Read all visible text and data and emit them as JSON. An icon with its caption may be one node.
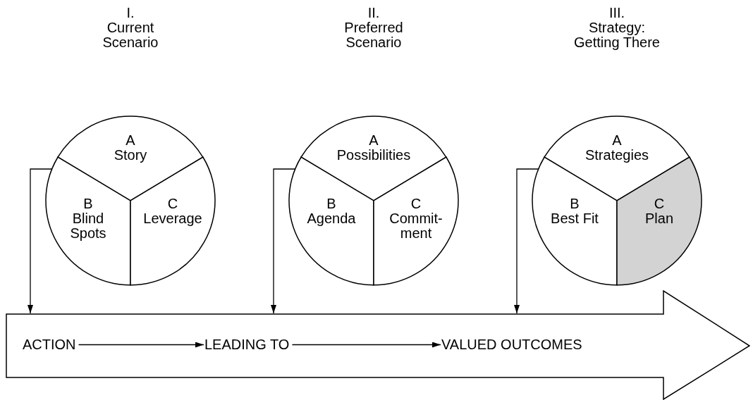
{
  "diagram": {
    "nodes": [
      {
        "text": [
          "I.",
          "Current Scenario"
        ]
      },
      {
        "text": [
          "A",
          "Story"
        ],
        "in": 0
      },
      {
        "text": [
          "B",
          "Blind Spots"
        ],
        "in": 0
      },
      {
        "text": [
          "C",
          "Leverage"
        ],
        "in": 0
      },
      {
        "text": [
          "II.",
          "Preferred Scenario"
        ]
      },
      {
        "text": [
          "A",
          "Possibilities"
        ],
        "in": 4
      },
      {
        "text": [
          "B",
          "Agenda"
        ],
        "in": 4
      },
      {
        "text": [
          "C",
          "Commit- ment"
        ],
        "in": 4
      },
      {
        "text": [
          "III.",
          "Strategy: Getting There"
        ]
      },
      {
        "text": [
          "A",
          "Strategies"
        ],
        "in": 8
      },
      {
        "text": [
          "B",
          "Best Fit"
        ],
        "in": 8
      },
      {
        "text": [
          "C",
          "Plan"
        ],
        "in": 8
      },
      {
        "text": [],
        "shape": "arrow"
      },
      {
        "text": [
          "ACTION"
        ],
        "in": 12
      },
      {
        "text": [
          "LEADING TO"
        ],
        "in": 12
      },
      {
        "text": [
          "VALUED OUTCOMES"
        ],
        "in": 12
      }
    ],
    "edges": [
      {
        "from": 2,
        "to": 12,
        "arrow": "to"
      },
      {
        "from": 6,
        "to": 12,
        "arrow": "to"
      },
      {
        "from": 10,
        "to": 12,
        "arrow": "to"
      },
      {
        "from": 13,
        "to": 14,
        "arrow": "to"
      },
      {
        "from": 14,
        "to": 15,
        "arrow": "to"
      }
    ]
  }
}
